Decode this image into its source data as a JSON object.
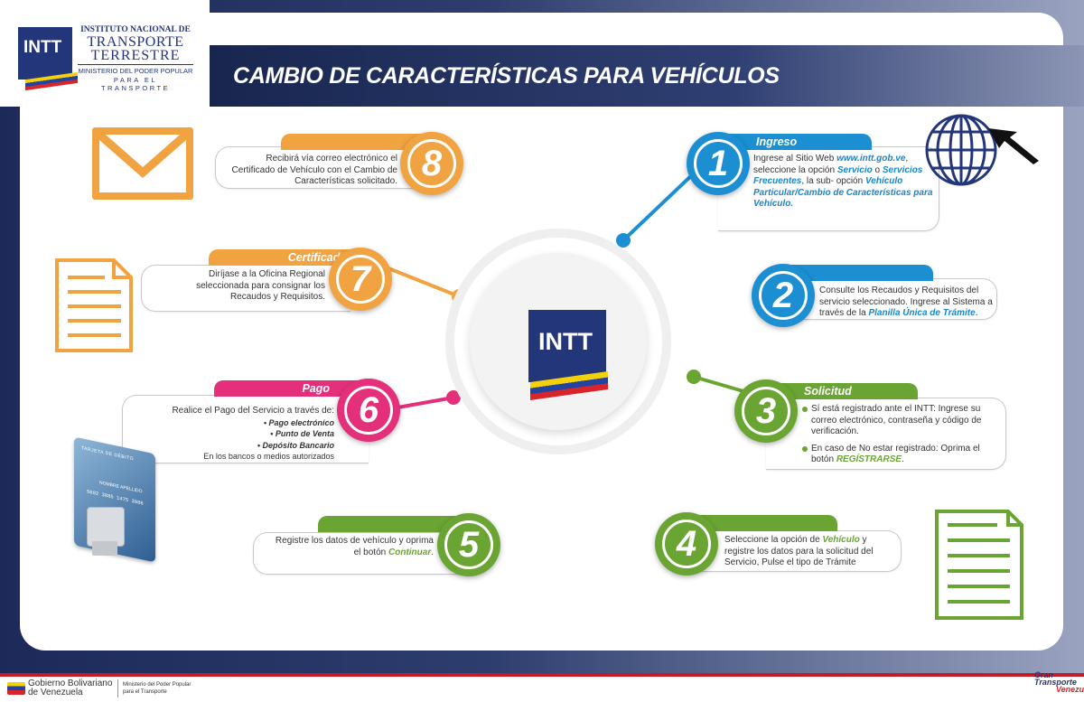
{
  "header": {
    "logo_text": "INTT",
    "org_line1": "INSTITUTO NACIONAL DE",
    "org_line2": "TRANSPORTE",
    "org_line3": "TERRESTRE",
    "org_line4": "MINISTERIO DEL PODER POPULAR",
    "org_line5": "PARA EL TRANSPORTE",
    "title": "CAMBIO DE CARACTERÍSTICAS PARA VEHÍCULOS"
  },
  "center": {
    "logo_text": "INTT"
  },
  "steps": {
    "s1": {
      "number": "1",
      "tab": "Ingreso",
      "t1": "Ingrese al Sitio Web ",
      "t2": "www.intt.gob.ve",
      "t3": ",",
      "t4": "seleccione la opción ",
      "t5": "Servicio",
      "t6": " o ",
      "t7": "Servicios Frecuentes",
      "t8": ", la sub- opción ",
      "t9": "Vehículo Particular/Cambio de Características para Vehículo."
    },
    "s2": {
      "number": "2",
      "t1": "Consulte los Recaudos y Requisitos del servicio seleccionado. Ingrese al Sistema a través de la ",
      "t2": "Planilla Única de Trámite",
      "t3": "."
    },
    "s3": {
      "number": "3",
      "tab": "Solicitud",
      "b1": "Sí está registrado ante el INTT: Ingrese su correo electrónico, contraseña y código de verificación.",
      "b2a": "En caso de No estar registrado: Oprima el botón ",
      "b2b": "REGÍSTRARSE",
      "b2c": "."
    },
    "s4": {
      "number": "4",
      "t1": "Seleccione la opción de ",
      "t2": "Vehículo",
      "t3": " y registre los datos para la solicitud del Servicio, Pulse el tipo de Trámite"
    },
    "s5": {
      "number": "5",
      "t1": "Registre los datos de vehículo y oprima el botón ",
      "t2": "Continuar",
      "t3": "."
    },
    "s6": {
      "number": "6",
      "tab": "Pago",
      "t1": "Realice el Pago del Servicio a través de:",
      "i1": "• Pago electrónico",
      "i2": "• Punto de Venta",
      "i3": "• Depósito Bancario",
      "t2": "En los bancos o medios autorizados"
    },
    "s7": {
      "number": "7",
      "tab": "Certificado",
      "t1": "Diríjase a la Oficina Regional seleccionada para consignar los Recaudos y Requisitos."
    },
    "s8": {
      "number": "8",
      "t1": "Recibirá vía correo electrónico el Certificado de Vehículo con el Cambio de Características solicitado."
    }
  },
  "card": {
    "label": "TARJETA DE DÉBITO",
    "name": "NOMBRE APELLIDO",
    "number": "5692 3885 1475 3986"
  },
  "footer": {
    "gov1": "Gobierno Bolivariano",
    "gov2": "de Venezuela",
    "min1": "Ministerio del Poder Popular",
    "min2": "para el Transporte",
    "right1": "Gran",
    "right2": "Transporte",
    "right3": "Venezuela"
  },
  "colors": {
    "blue": "#1b8fd2",
    "green": "#6aa533",
    "pink": "#e4307a",
    "orange": "#f0a340",
    "navy": "#1d2a59"
  }
}
